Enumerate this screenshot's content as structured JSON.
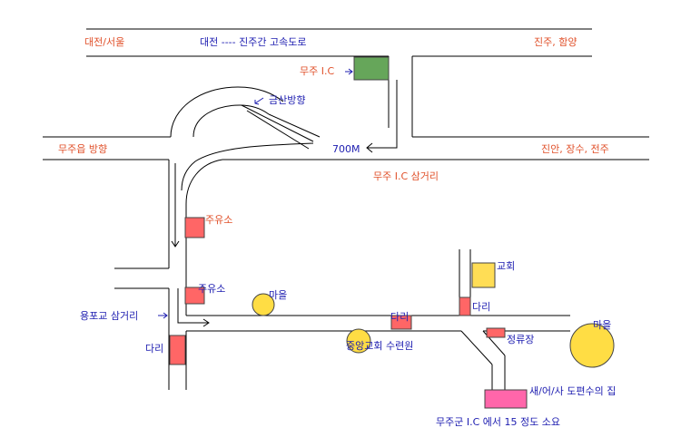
{
  "colors": {
    "orange_label": "#e0502a",
    "blue_label": "#1c1cb0",
    "gas_station": "#ff6666",
    "ic_green": "#66a65a",
    "village_yellow": "#ffdd44",
    "church_yellow": "#ffdd55",
    "destination_pink": "#ff66aa",
    "road_line": "#000000"
  },
  "labels": {
    "daejeon_seoul": "대전/서울",
    "expressway": "대전 ---- 진주간 고속도로",
    "jinju_hamyang": "진주, 함양",
    "muju_ic": "무주 I.C",
    "geumsan": "금산방향",
    "mujueup": "무주읍 방향",
    "distance": "700M",
    "jinan": "진안, 장수, 전주",
    "ic_intersection": "무주 I.C 삼거리",
    "gas_station_1": "주유소",
    "gas_station_2": "주유소",
    "village_1": "마을",
    "yongpogyo": "용포교 삼거리",
    "bridge_1": "다리",
    "bridge_2": "다리",
    "church": "교회",
    "bridge_3": "다리",
    "bus_stop": "정류장",
    "village_2": "마을",
    "retreat": "중앙교회 수련원",
    "destination": "새/어/사 도편수의 집",
    "travel_time": "무주군 I.C 에서 15 정도 소요"
  }
}
